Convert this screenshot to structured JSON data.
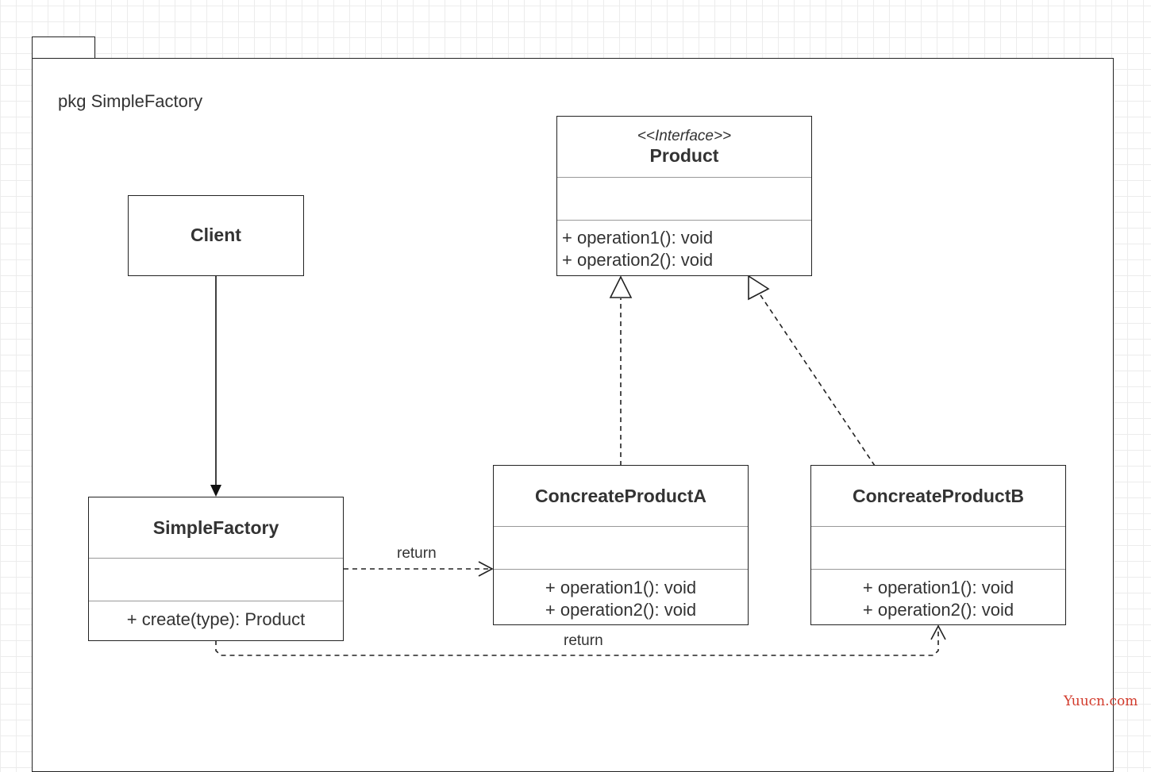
{
  "package": {
    "label": "pkg SimpleFactory"
  },
  "classes": {
    "client": {
      "name": "Client"
    },
    "product": {
      "stereotype": "<<Interface>>",
      "name": "Product",
      "operations": [
        "+ operation1(): void",
        "+ operation2(): void"
      ]
    },
    "simple_factory": {
      "name": "SimpleFactory",
      "operations": [
        "+ create(type): Product"
      ]
    },
    "concrete_a": {
      "name": "ConcreateProductA",
      "operations": [
        "+ operation1(): void",
        "+ operation2(): void"
      ]
    },
    "concrete_b": {
      "name": "ConcreateProductB",
      "operations": [
        "+ operation1(): void",
        "+ operation2(): void"
      ]
    }
  },
  "edges": {
    "return_a": "return",
    "return_b": "return"
  },
  "watermark": "Yuucn.com"
}
